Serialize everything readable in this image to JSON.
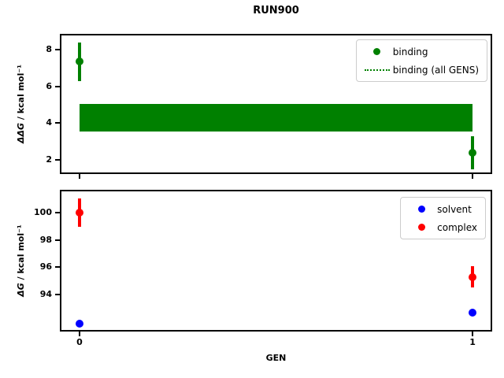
{
  "figure": {
    "title": "RUN900",
    "background": "#ffffff",
    "axis_color": "#000000",
    "legend_border_color": "#cccccc"
  },
  "chart_data": [
    {
      "type": "scatter",
      "panel": "top",
      "ylabel_symbol": "ΔΔG",
      "ylabel_units": " / kcal mol⁻¹",
      "xlabel": "",
      "xlim": [
        -0.05,
        1.05
      ],
      "ylim": [
        1.23,
        8.86
      ],
      "yticks": [
        8,
        6,
        4,
        2
      ],
      "xticks": [
        0,
        1
      ],
      "xtick_labels": [
        "0",
        "1"
      ],
      "xtick_labels_visible": false,
      "grid": false,
      "legend_position": "upper right",
      "series": [
        {
          "name": "binding",
          "color": "#008000",
          "marker": "circle",
          "x": [
            0,
            1
          ],
          "y": [
            7.35,
            2.4
          ],
          "yerr": [
            1.05,
            0.9
          ]
        }
      ],
      "band": {
        "name": "binding (all GENS)",
        "color": "#008000",
        "x_start": 0,
        "x_end": 1,
        "y_low": 3.55,
        "y_high": 5.05
      },
      "legend": [
        {
          "label": "binding",
          "marker": "dot",
          "color": "#008000"
        },
        {
          "label": "binding (all GENS)",
          "marker": "dotted-line",
          "color": "#008000"
        }
      ]
    },
    {
      "type": "scatter",
      "panel": "bottom",
      "ylabel_symbol": "ΔG",
      "ylabel_units": " / kcal mol⁻¹",
      "xlabel": "GEN",
      "xlim": [
        -0.05,
        1.05
      ],
      "ylim": [
        91.3,
        101.67
      ],
      "yticks": [
        100,
        98,
        96,
        94
      ],
      "xticks": [
        0,
        1
      ],
      "xtick_labels": [
        "0",
        "1"
      ],
      "xtick_labels_visible": true,
      "grid": false,
      "legend_position": "upper right",
      "series": [
        {
          "name": "solvent",
          "color": "#0000ff",
          "marker": "circle",
          "x": [
            0,
            1
          ],
          "y": [
            91.9,
            92.7
          ],
          "yerr": [
            0,
            0
          ]
        },
        {
          "name": "complex",
          "color": "#ff0000",
          "marker": "circle",
          "x": [
            0,
            1
          ],
          "y": [
            100.0,
            95.3
          ],
          "yerr": [
            1.05,
            0.8
          ]
        }
      ],
      "legend": [
        {
          "label": "solvent",
          "marker": "dot",
          "color": "#0000ff"
        },
        {
          "label": "complex",
          "marker": "dot",
          "color": "#ff0000"
        }
      ]
    }
  ]
}
